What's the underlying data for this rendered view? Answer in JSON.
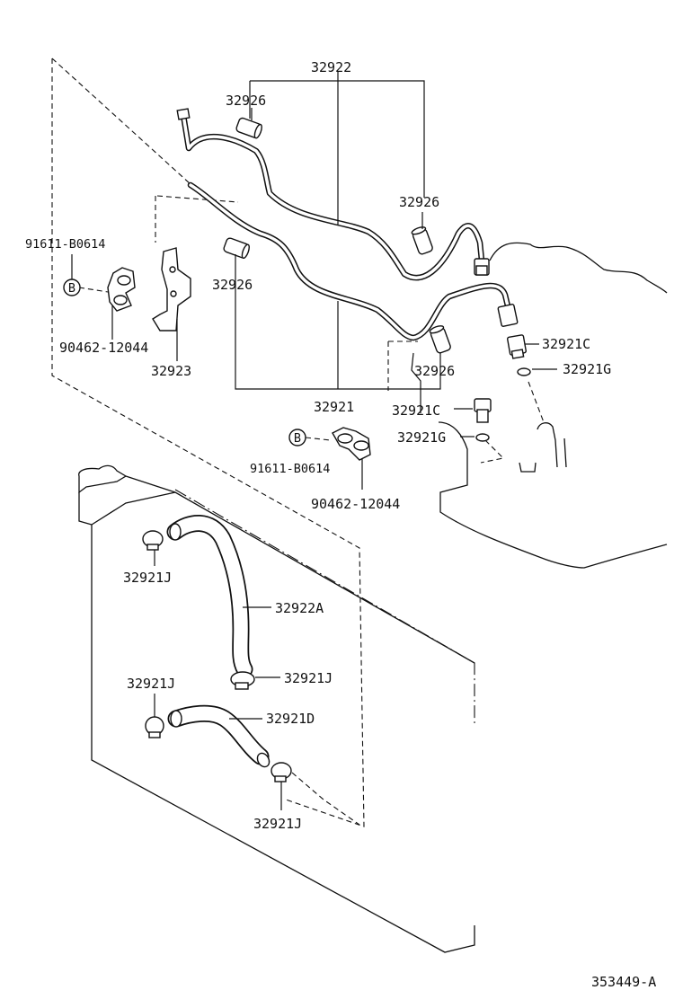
{
  "diagram_id": "353449-A",
  "labels": {
    "pipe_assy_upper": "32922",
    "sleeve_1": "32926",
    "sleeve_2": "32926",
    "sleeve_3": "32926",
    "sleeve_4": "32926",
    "clamp_bolt_1": "91611-B0614",
    "clamp_1": "90462-12044",
    "bracket": "32923",
    "pipe_assy_lower": "32921",
    "union_1": "32921C",
    "gasket_1": "32921G",
    "union_2": "32921C",
    "gasket_2": "32921G",
    "clamp_bolt_2": "91611-B0614",
    "clamp_2": "90462-12044",
    "hose_clip_1": "32921J",
    "hose_upper": "32922A",
    "hose_clip_2": "32921J",
    "hose_clip_3": "32921J",
    "hose_lower": "32921D",
    "hose_clip_4": "32921J"
  },
  "bolt_ref_marker": "B"
}
